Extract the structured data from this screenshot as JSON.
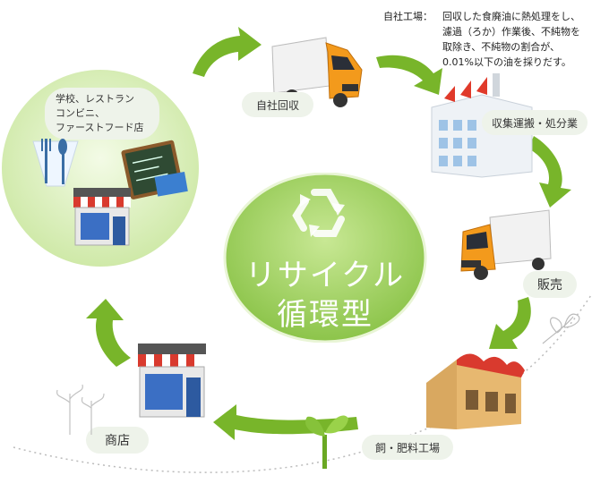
{
  "center": {
    "line1": "リサイクル",
    "line2": "循環型",
    "icon": "recycle-icon"
  },
  "note": {
    "label": "自社工場：",
    "lines": [
      "回収した食廃油に熱処理をし、",
      "濾過（ろか）作業後、不純物を",
      "取除き、不純物の割合が、",
      "0.01%以下の油を採りだす。"
    ]
  },
  "customers": {
    "lines": [
      "学校、レストラン",
      "コンビニ、",
      "ファーストフード店"
    ]
  },
  "labels": {
    "collect": "自社回収",
    "process": "収集運搬・処分業",
    "sale": "販売",
    "feed": "飼・肥料工場",
    "shop": "商店"
  },
  "colors": {
    "arrow": "#78b52a",
    "circle": "#c9e89a",
    "pill": "#eef3ea",
    "truck_orange": "#f39a1c",
    "awning_red": "#d93a2e"
  }
}
